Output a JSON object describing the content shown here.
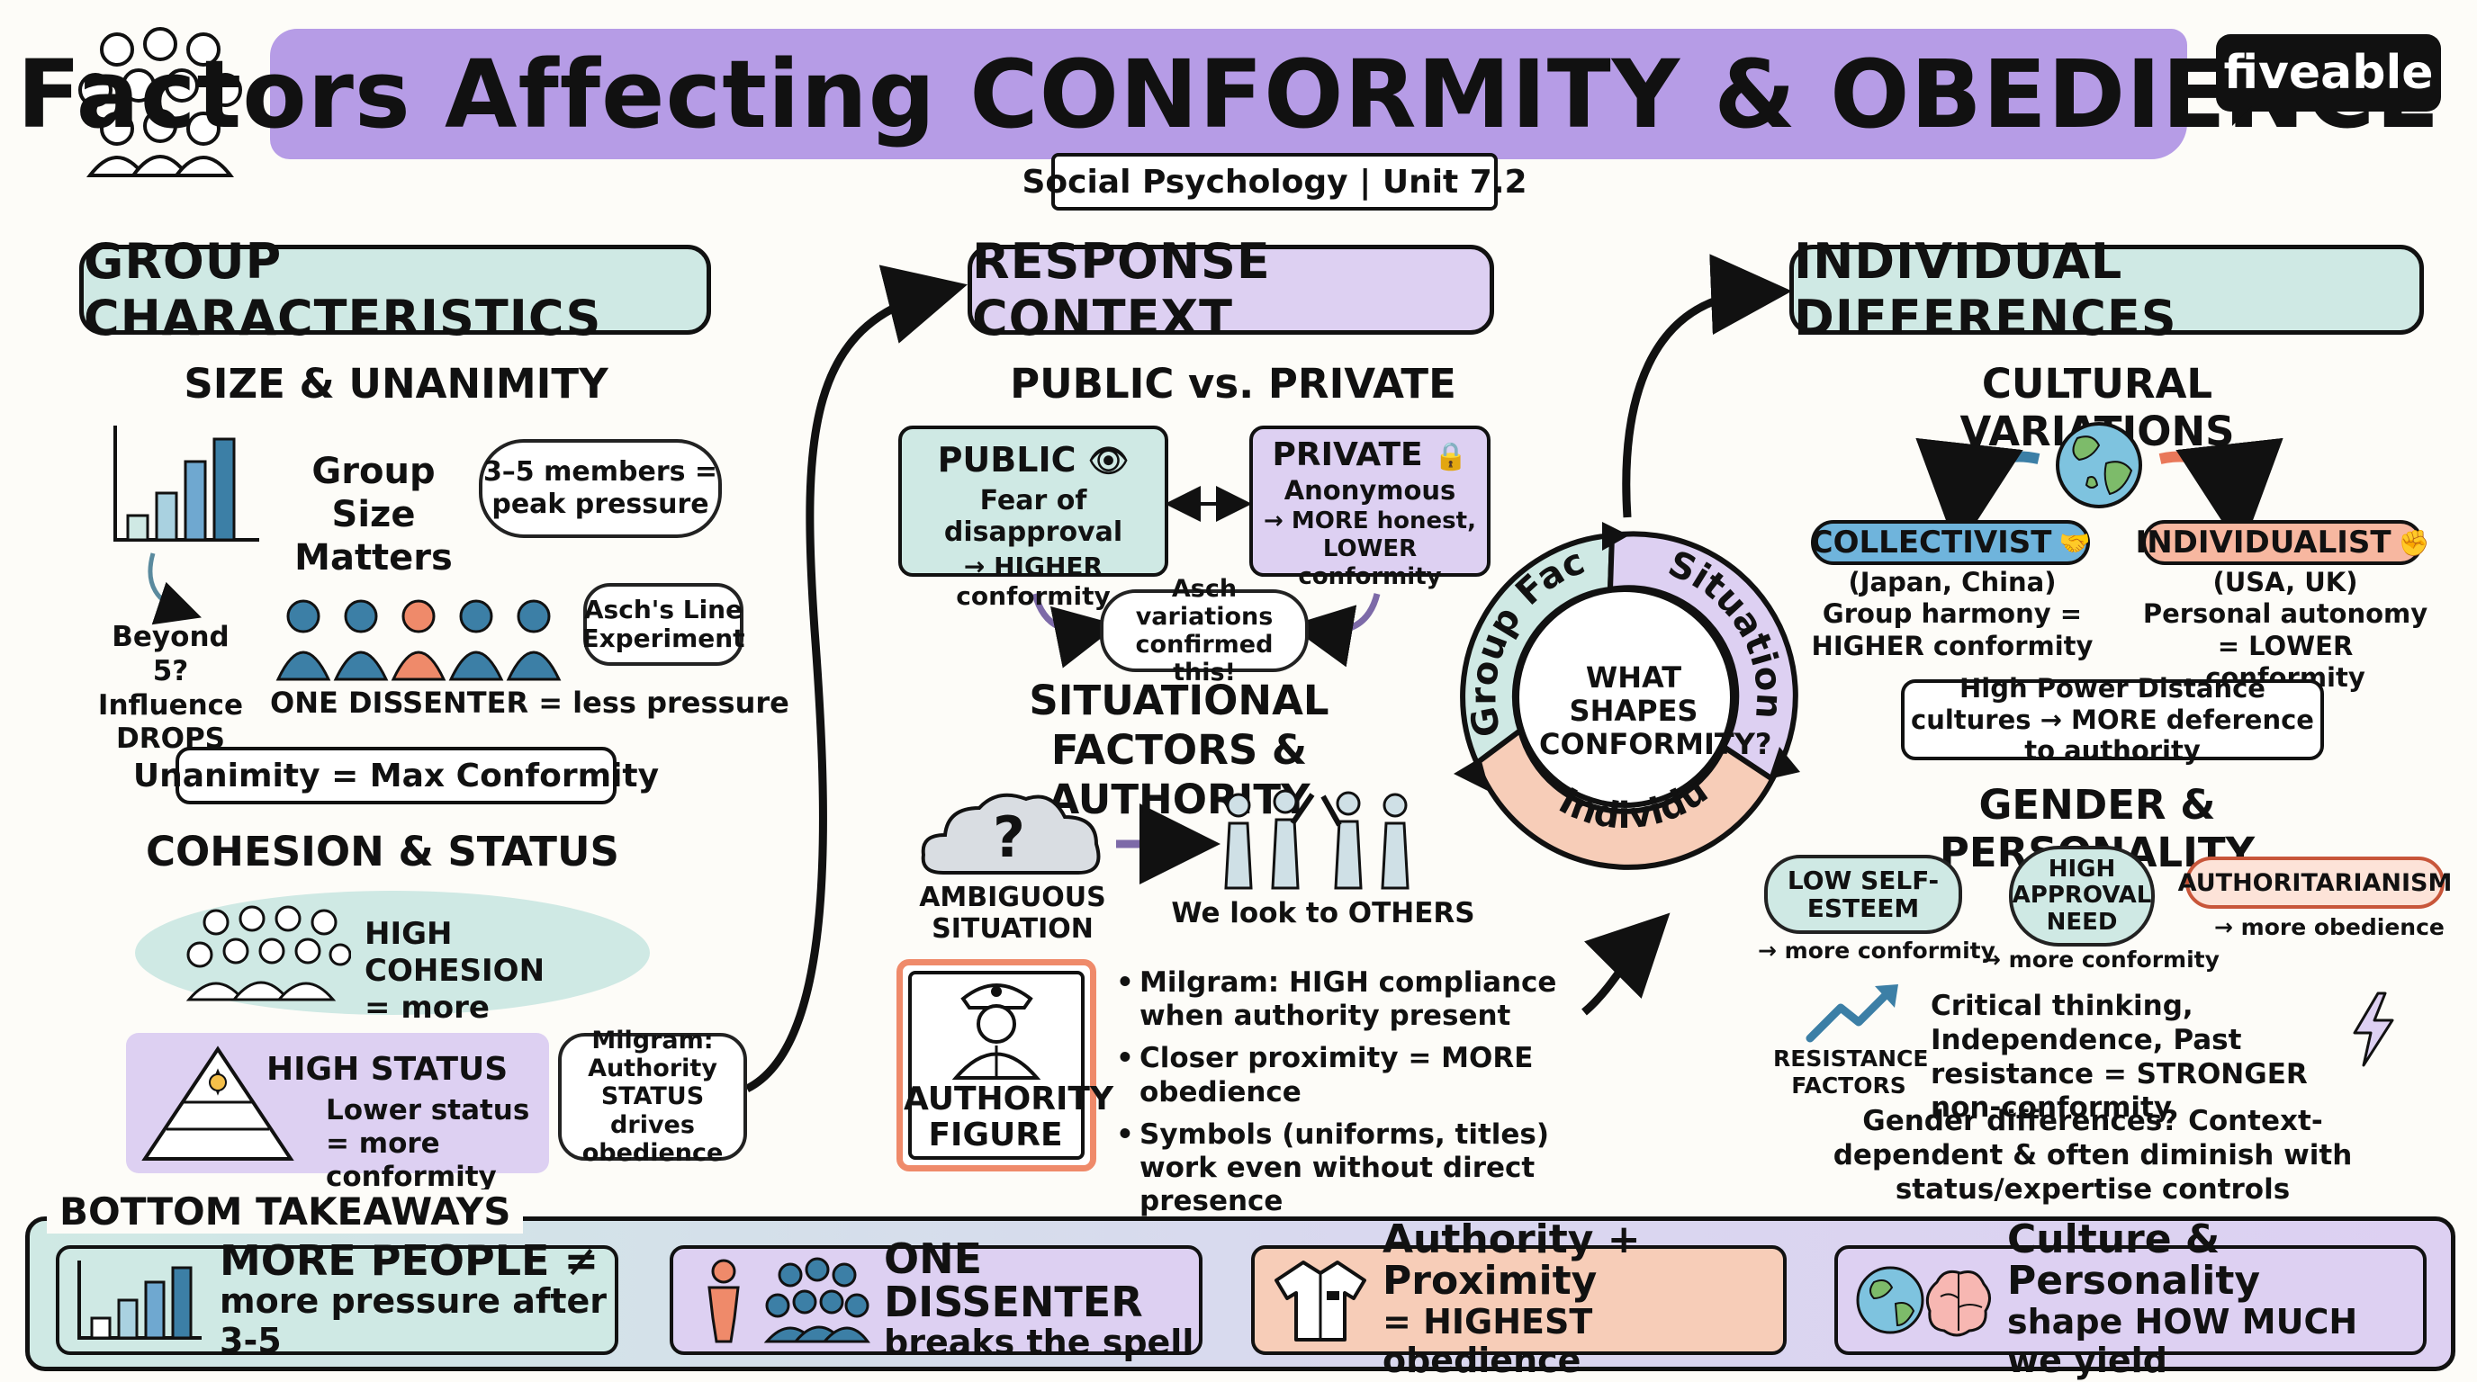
{
  "header": {
    "title": "Factors Affecting CONFORMITY & OBEDIENCE",
    "subtitle": "Social Psychology | Unit 7.2",
    "brand": "fiveable",
    "brand_color": "#111111",
    "accent_color": "#b69ce6"
  },
  "group_characteristics": {
    "title": "GROUP CHARACTERISTICS",
    "size_unanimity": {
      "title": "SIZE & UNANIMITY",
      "group_size": "Group Size Matters",
      "bubble": "3–5 members = peak pressure",
      "beyond": "Beyond 5? Influence DROPS",
      "asch_bubble": "Asch's Line Experiment",
      "dissenter": "ONE DISSENTER = less pressure",
      "unanimity": "Unanimity = Max Conformity"
    },
    "cohesion_status": {
      "title": "COHESION & STATUS",
      "high_cohesion": "HIGH COHESION",
      "cohesion_effect": "= more pressure",
      "high_status": "HIGH STATUS",
      "status_effect": "Lower status = more conformity",
      "milgram_bubble": "Milgram: Authority STATUS drives obedience"
    }
  },
  "response_context": {
    "title": "RESPONSE CONTEXT",
    "public_private": {
      "title": "PUBLIC vs. PRIVATE",
      "public_title": "PUBLIC",
      "public_line1": "Fear of disapproval",
      "public_line2": "→ HIGHER conformity",
      "private_title": "PRIVATE",
      "private_line1": "Anonymous",
      "private_line2": "→ MORE honest, LOWER conformity",
      "asch_variations": "Asch variations confirmed this!"
    },
    "situational": {
      "title": "SITUATIONAL FACTORS & AUTHORITY",
      "ambiguous": "AMBIGUOUS SITUATION",
      "look_to_others": "We look to OTHERS",
      "authority_figure": "AUTHORITY FIGURE",
      "bullets": [
        "Milgram: HIGH compliance when authority present",
        "Closer proximity = MORE obedience",
        "Symbols (uniforms, titles) work even without direct presence"
      ]
    }
  },
  "center_wheel": {
    "question": "WHAT SHAPES CONFORMITY?",
    "segments": [
      "Group Factors",
      "Situation",
      "Individual"
    ],
    "colors": [
      "#cfe9e4",
      "#ddd0f2",
      "#f7cdb8"
    ]
  },
  "individual_differences": {
    "title": "INDIVIDUAL DIFFERENCES",
    "cultural": {
      "title": "CULTURAL VARIATIONS",
      "collectivist": "COLLECTIVIST",
      "collectivist_examples": "(Japan, China)",
      "collectivist_effect": "Group harmony = HIGHER conformity",
      "individualist": "INDIVIDUALIST",
      "individualist_examples": "(USA, UK)",
      "individualist_effect": "Personal autonomy = LOWER conformity",
      "power_distance": "High Power Distance cultures → MORE deference to authority"
    },
    "gender_personality": {
      "title": "GENDER & PERSONALITY",
      "low_self_esteem": "LOW SELF-ESTEEM",
      "low_self_esteem_effect": "→ more conformity",
      "approval_need": "HIGH APPROVAL NEED",
      "approval_effect": "→ more conformity",
      "authoritarianism": "AUTHORITARIANISM",
      "authoritarianism_effect": "→ more obedience",
      "resistance_label": "RESISTANCE FACTORS",
      "resistance_text": "Critical thinking, Independence, Past resistance = STRONGER non-conformity",
      "gender_note": "Gender differences? Context-dependent & often diminish with status/expertise controls"
    }
  },
  "takeaways": {
    "label": "BOTTOM TAKEAWAYS",
    "items": [
      {
        "line1": "MORE PEOPLE ≠",
        "line2": "more pressure after 3-5"
      },
      {
        "line1": "ONE DISSENTER",
        "line2": "breaks the spell"
      },
      {
        "line1": "Authority + Proximity",
        "line2": "= HIGHEST obedience"
      },
      {
        "line1": "Culture & Personality",
        "line2": "shape HOW MUCH we yield"
      }
    ]
  }
}
